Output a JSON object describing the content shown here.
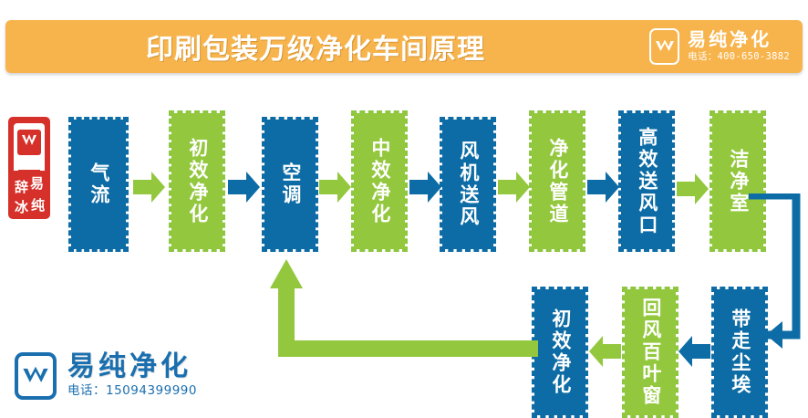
{
  "header": {
    "title": "印刷包装万级净化车间原理",
    "logo": {
      "name": "易纯净化",
      "phone": "电话：400-650-3882",
      "mark_icon": "company-v-mark-icon"
    },
    "background_color": "#f8b44c"
  },
  "seal": {
    "icon": "red-company-seal-icon",
    "color": "#d6302a"
  },
  "colors": {
    "blue": "#0d6ca5",
    "green": "#93c83e",
    "green_border": "#8dc63f",
    "orange": "#f8b44c",
    "white": "#ffffff"
  },
  "flow": {
    "top_row": [
      {
        "id": "node-1",
        "label": "气流",
        "color": "blue"
      },
      {
        "id": "node-2",
        "label": "初效净化",
        "color": "green"
      },
      {
        "id": "node-3",
        "label": "空调",
        "color": "blue"
      },
      {
        "id": "node-4",
        "label": "中效净化",
        "color": "green"
      },
      {
        "id": "node-5",
        "label": "风机送风",
        "color": "blue"
      },
      {
        "id": "node-6",
        "label": "净化管道",
        "color": "green"
      },
      {
        "id": "node-7",
        "label": "高效送风口",
        "color": "blue"
      },
      {
        "id": "node-8",
        "label": "洁净室",
        "color": "green"
      }
    ],
    "top_arrows": [
      {
        "id": "arrow-1",
        "color": "green",
        "direction": "right"
      },
      {
        "id": "arrow-2",
        "color": "blue",
        "direction": "right"
      },
      {
        "id": "arrow-3",
        "color": "green",
        "direction": "right"
      },
      {
        "id": "arrow-4",
        "color": "blue",
        "direction": "right"
      },
      {
        "id": "arrow-5",
        "color": "green",
        "direction": "right"
      },
      {
        "id": "arrow-6",
        "color": "blue",
        "direction": "right"
      },
      {
        "id": "arrow-7",
        "color": "green",
        "direction": "right"
      }
    ],
    "bottom_row": [
      {
        "id": "node-9",
        "label": "初效净化",
        "color": "blue"
      },
      {
        "id": "node-10",
        "label": "回风百叶窗",
        "color": "green"
      },
      {
        "id": "node-11",
        "label": "带走尘埃",
        "color": "blue"
      }
    ],
    "bottom_arrows": [
      {
        "id": "arrow-8",
        "color": "green",
        "direction": "left"
      },
      {
        "id": "arrow-9",
        "color": "blue",
        "direction": "left"
      }
    ],
    "connectors": [
      {
        "id": "connector-right",
        "color": "blue",
        "shape": "down-then-left",
        "from": "洁净室",
        "to": "带走尘埃"
      },
      {
        "id": "connector-left",
        "color": "green",
        "shape": "left-then-up",
        "from": "初效净化",
        "to": "空调"
      }
    ]
  },
  "footer": {
    "logo": {
      "name": "易纯净化",
      "phone": "电话：15094399990",
      "mark_icon": "company-v-mark-icon"
    }
  }
}
